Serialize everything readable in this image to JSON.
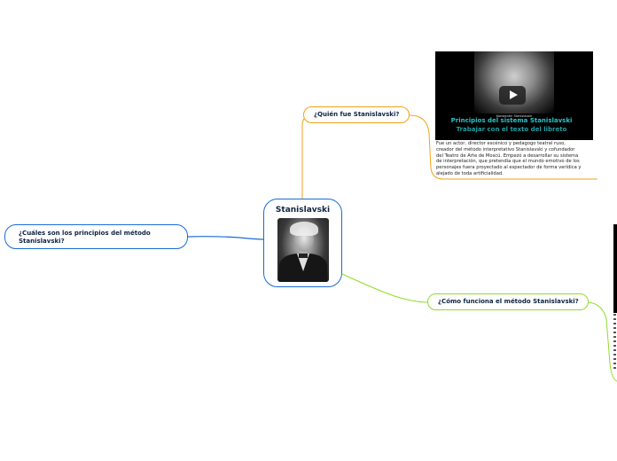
{
  "central": {
    "title": "Stanislavski",
    "image": "portrait-photo"
  },
  "branches": {
    "quien": {
      "label": "¿Quién fue Stanislavski?",
      "color": "#f2a21b"
    },
    "principios": {
      "line1": "¿Cuáles son los principios del método",
      "line2": "Stanislavski?",
      "color": "#1a6bd6"
    },
    "como": {
      "label": "¿Cómo funciona el método Stanislavski?",
      "color": "#8fdd2a"
    }
  },
  "video": {
    "author": "Konstantin Stanislavski",
    "title_line1": "Principios del sistema Stanislavski",
    "title_line2": "Trabajar con el texto del libreto",
    "icon": "play-icon"
  },
  "description": {
    "lines": [
      "Fue un actor, director escénico y pedagogo teatral ruso,",
      "creador del método interpretativo Stanislavski y cofundador",
      "del Teatro de Arte de Moscú. Empezó a desarrollar su sistema",
      "de interpretación, que pretendía que el mundo emotivo de los",
      "personajes fuera proyectado al espectador de forma verídica y",
      "alejado de toda artificialidad."
    ]
  }
}
